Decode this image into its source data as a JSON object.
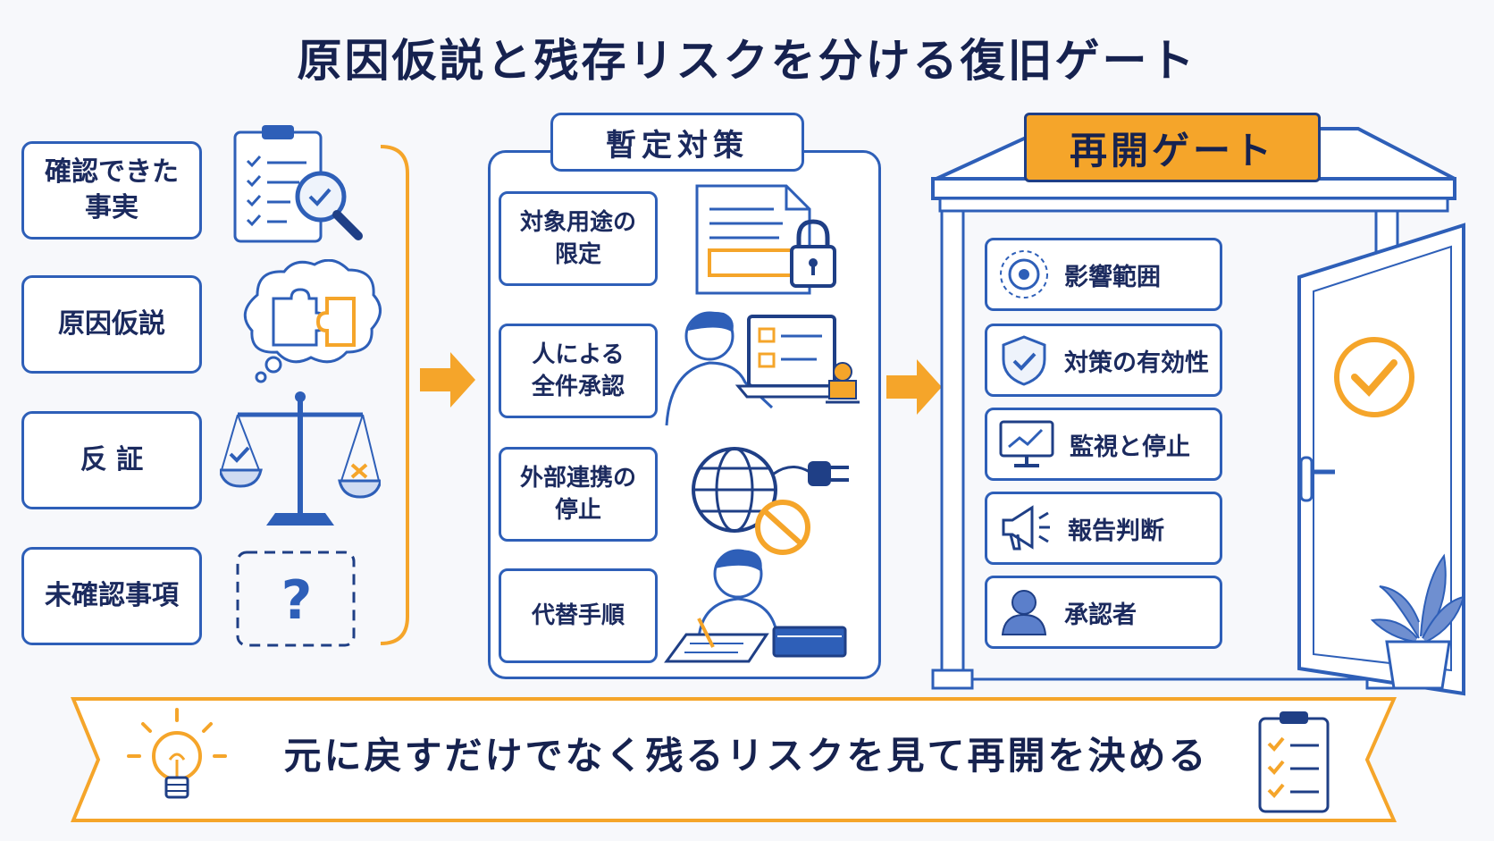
{
  "title": "原因仮説と残存リスクを分ける復旧ゲート",
  "left_column": {
    "items": [
      {
        "label": "確認できた\n事実",
        "icon": "clipboard-magnifier-icon"
      },
      {
        "label": "原因仮説",
        "icon": "puzzle-thought-icon"
      },
      {
        "label": "反 証",
        "icon": "balance-scale-icon"
      },
      {
        "label": "未確認事項",
        "icon": "question-mark-icon"
      }
    ]
  },
  "middle_panel": {
    "title": "暫定対策",
    "items": [
      {
        "label": "対象用途の\n限定",
        "icon": "document-lock-icon"
      },
      {
        "label": "人による\n全件承認",
        "icon": "person-laptop-stamp-icon"
      },
      {
        "label": "外部連携の\n停止",
        "icon": "globe-plug-blocked-icon"
      },
      {
        "label": "代替手順",
        "icon": "person-writing-icon"
      }
    ]
  },
  "gate": {
    "sign": "再開ゲート",
    "items": [
      {
        "label": "影響範囲",
        "icon": "target-icon"
      },
      {
        "label": "対策の有効性",
        "icon": "shield-check-icon"
      },
      {
        "label": "監視と停止",
        "icon": "monitor-chart-icon"
      },
      {
        "label": "報告判断",
        "icon": "megaphone-icon"
      },
      {
        "label": "承認者",
        "icon": "user-icon"
      }
    ]
  },
  "banner": {
    "text": "元に戻すだけでなく残るリスクを見て再開を決める",
    "icons": [
      "lightbulb-icon",
      "checklist-icon"
    ]
  },
  "colors": {
    "blue": "#2e5fb8",
    "navy": "#16224f",
    "orange": "#f5a52a",
    "background": "#f7f8fb"
  }
}
